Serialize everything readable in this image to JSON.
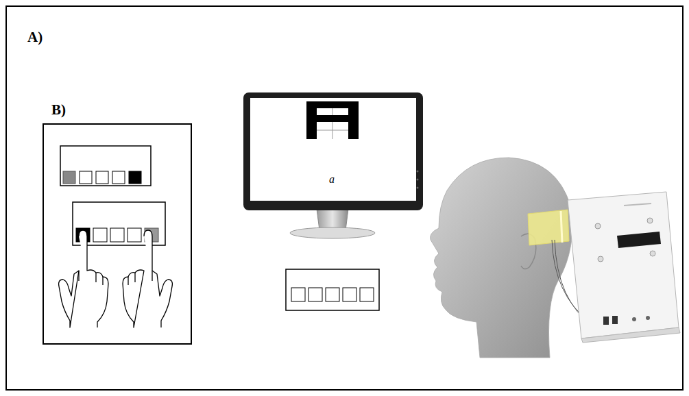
{
  "diagram": {
    "nodes": [
      {
        "text": [
          "A)"
        ]
      },
      {
        "text": [
          "B)"
        ],
        "in": 0
      },
      {
        "text": [
          "a"
        ],
        "in": 0
      }
    ]
  }
}
